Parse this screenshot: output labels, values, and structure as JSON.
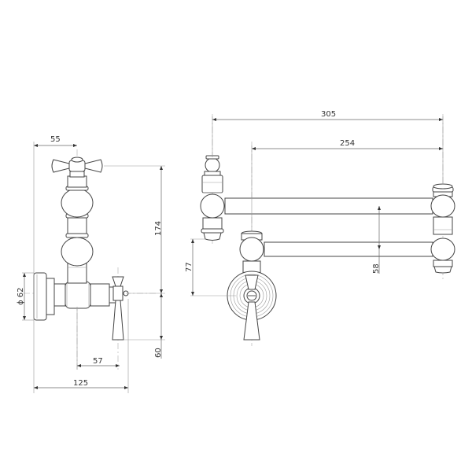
{
  "drawing": {
    "subject": "wall-mounted pot filler tap technical drawing",
    "views": [
      "side-view",
      "front-view"
    ]
  },
  "side_view": {
    "dimensions": {
      "handle_offset": "55",
      "height_total": "174",
      "lever_drop": "60",
      "lever_offset": "57",
      "overall_depth": "125",
      "flange_diameter": "ϕ 62"
    }
  },
  "front_view": {
    "dimensions": {
      "full_reach": "305",
      "spout_reach": "254",
      "spout_height": "77",
      "arm_spacing": "58"
    }
  },
  "colors": {
    "line": "#444444",
    "dimension": "#666666",
    "text": "#333333",
    "background": "#ffffff"
  }
}
